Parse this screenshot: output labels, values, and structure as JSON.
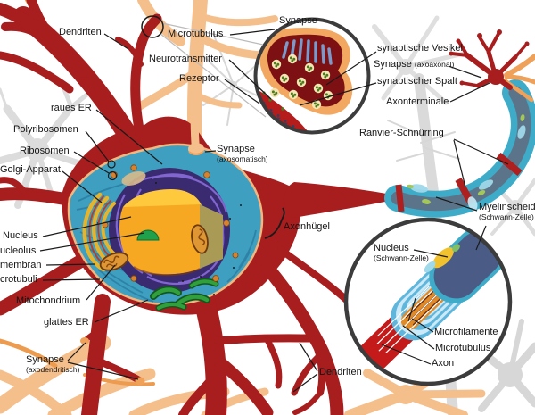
{
  "labels": {
    "dendriten_top": {
      "text": "Dendriten"
    },
    "microtubulus_top": {
      "text": "Microtubulus"
    },
    "neurotransmitter": {
      "text": "Neurotransmitter"
    },
    "rezeptor": {
      "text": "Rezeptor"
    },
    "synapse_inset_title": {
      "text": "Synapse"
    },
    "synaptische_vesikel": {
      "text": "synaptische Vesikel"
    },
    "synapse_axoaxonal": {
      "text": "Synapse",
      "sub": "(axoaxonal)"
    },
    "synaptischer_spalt": {
      "text": "synaptischer Spalt"
    },
    "axonterminale": {
      "text": "Axonterminale"
    },
    "ranvier_schnuerring": {
      "text": "Ranvier-Schnürring"
    },
    "raues_er": {
      "text": "raues ER"
    },
    "polyribosomen": {
      "text": "Polyribosomen"
    },
    "ribosomen": {
      "text": "Ribosomen"
    },
    "golgi_apparat": {
      "text": "Golgi-Apparat"
    },
    "synapse_axosomatisch": {
      "text": "Synapse",
      "sub": "(axosomatisch)"
    },
    "nucleus": {
      "text": "Nucleus"
    },
    "nucleolus_clipped": {
      "text": "ucleolus"
    },
    "membran_clipped": {
      "text": "membran"
    },
    "microtubuli_clipped": {
      "text": "crotubuli"
    },
    "mitochondrium": {
      "text": "Mitochondrium"
    },
    "glattes_er": {
      "text": "glattes ER"
    },
    "synapse_axodendritisch": {
      "text": "Synapse",
      "sub": "(axodendritisch)"
    },
    "axonhuegel": {
      "text": "Axonhügel"
    },
    "dendriten_bottom": {
      "text": "Dendriten"
    },
    "myelinscheide": {
      "text": "Myelinscheide",
      "sub": "(Schwann-Zelle)"
    },
    "nucleus_schwann": {
      "text": "Nucleus",
      "sub": "(Schwann-Zelle)"
    },
    "microfilamente": {
      "text": "Microfilamente"
    },
    "microtubulus_inset": {
      "text": "Microtubulus"
    },
    "axon": {
      "text": "Axon"
    }
  },
  "colors": {
    "neuron_red": "#A81D1D",
    "partner_peach": "#F5BF8C",
    "partner_orange": "#EFA059",
    "myelin_teal": "#3EACC8",
    "myelin_core": "#5C7489",
    "node_red": "#AE1F1F",
    "soma_cytoplasm_blue": "#3E9FC0",
    "nuclear_envelope_purple": "#3A2A70",
    "er_violet": "#8066CE",
    "nucleus_orange": "#F7A823",
    "nucleolus_green": "#1FA14B",
    "golgi_yellow": "#E5B42C",
    "mitochondrion_orange": "#DE9733",
    "smooth_er_green": "#2FA03C",
    "bouton_interior_maroon": "#7D1012",
    "vesicle_cream": "#F4E6B4",
    "receptor_navy": "#333E63",
    "watermark_grey": "#DCDCDC",
    "ink": "#141414"
  }
}
